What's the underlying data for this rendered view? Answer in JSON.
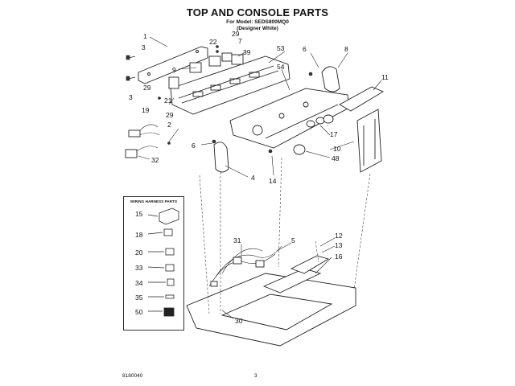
{
  "page": {
    "title": "TOP AND CONSOLE PARTS",
    "model_line": "For Model: SEDS800MQ0",
    "color_line": "(Designer White)",
    "doc_number": "8180040",
    "page_number": "3"
  },
  "legend": {
    "title": "WIRING HARNESS PARTS",
    "items": [
      "15",
      "18",
      "20",
      "33",
      "34",
      "35",
      "50"
    ]
  },
  "callouts": {
    "c1": "1",
    "c3a": "3",
    "c3b": "3",
    "c29a": "29",
    "c29b": "29",
    "c29c": "29",
    "c22": "22",
    "c7": "7",
    "c39": "39",
    "c53": "53",
    "c6a": "6",
    "c8": "8",
    "c9": "9",
    "c54": "54",
    "c11": "11",
    "c21": "21",
    "c19": "19",
    "c2": "2",
    "c32": "32",
    "c6b": "6",
    "c17": "17",
    "c10": "10",
    "c48": "48",
    "c4": "4",
    "c14": "14",
    "c31": "31",
    "c5": "5",
    "c12": "12",
    "c13": "13",
    "c16": "16",
    "c30": "30"
  }
}
